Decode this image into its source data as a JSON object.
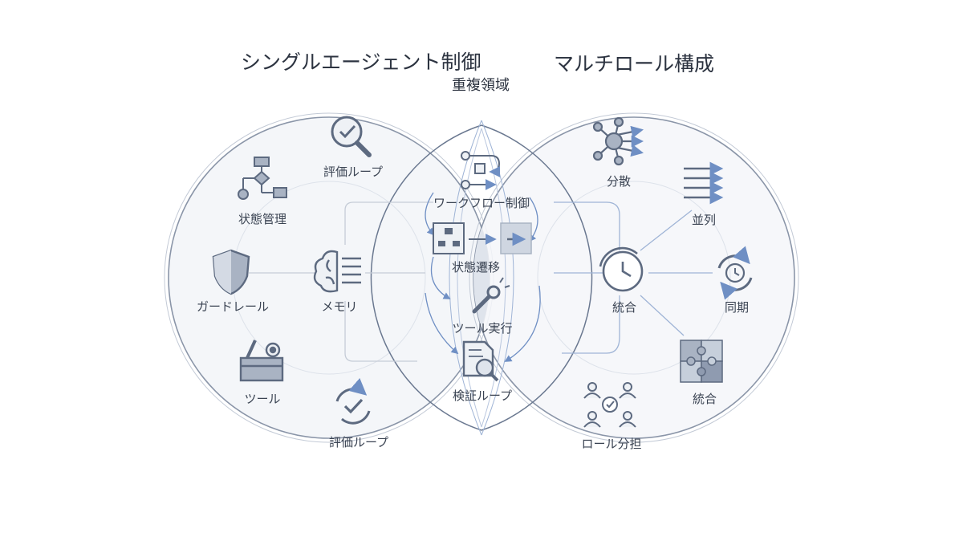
{
  "titles": {
    "left": "シングルエージェント制御",
    "right": "マルチロール構成",
    "overlap": "重複領域"
  },
  "left_nodes": {
    "eval_top": "評価ループ",
    "state": "状態管理",
    "guardrail": "ガードレール",
    "memory": "メモリ",
    "tool": "ツール",
    "eval_bottom": "評価ループ"
  },
  "center_nodes": {
    "workflow": "ワークフロー制御",
    "transition": "状態遷移",
    "tool_exec": "ツール実行",
    "verify": "検証ループ"
  },
  "right_nodes": {
    "distribute": "分散",
    "parallel": "並列",
    "integrate_center": "統合",
    "sync": "同期",
    "integrate_puzzle": "統合",
    "role_split": "ロール分担"
  },
  "colors": {
    "stroke": "#8a95a8",
    "icon": "#5d6a80",
    "icon_fill": "#a9b3c3",
    "accent": "#6f8fc4",
    "circle_fill": "#f4f6f9",
    "overlap_fill": "#dfe4ec"
  }
}
